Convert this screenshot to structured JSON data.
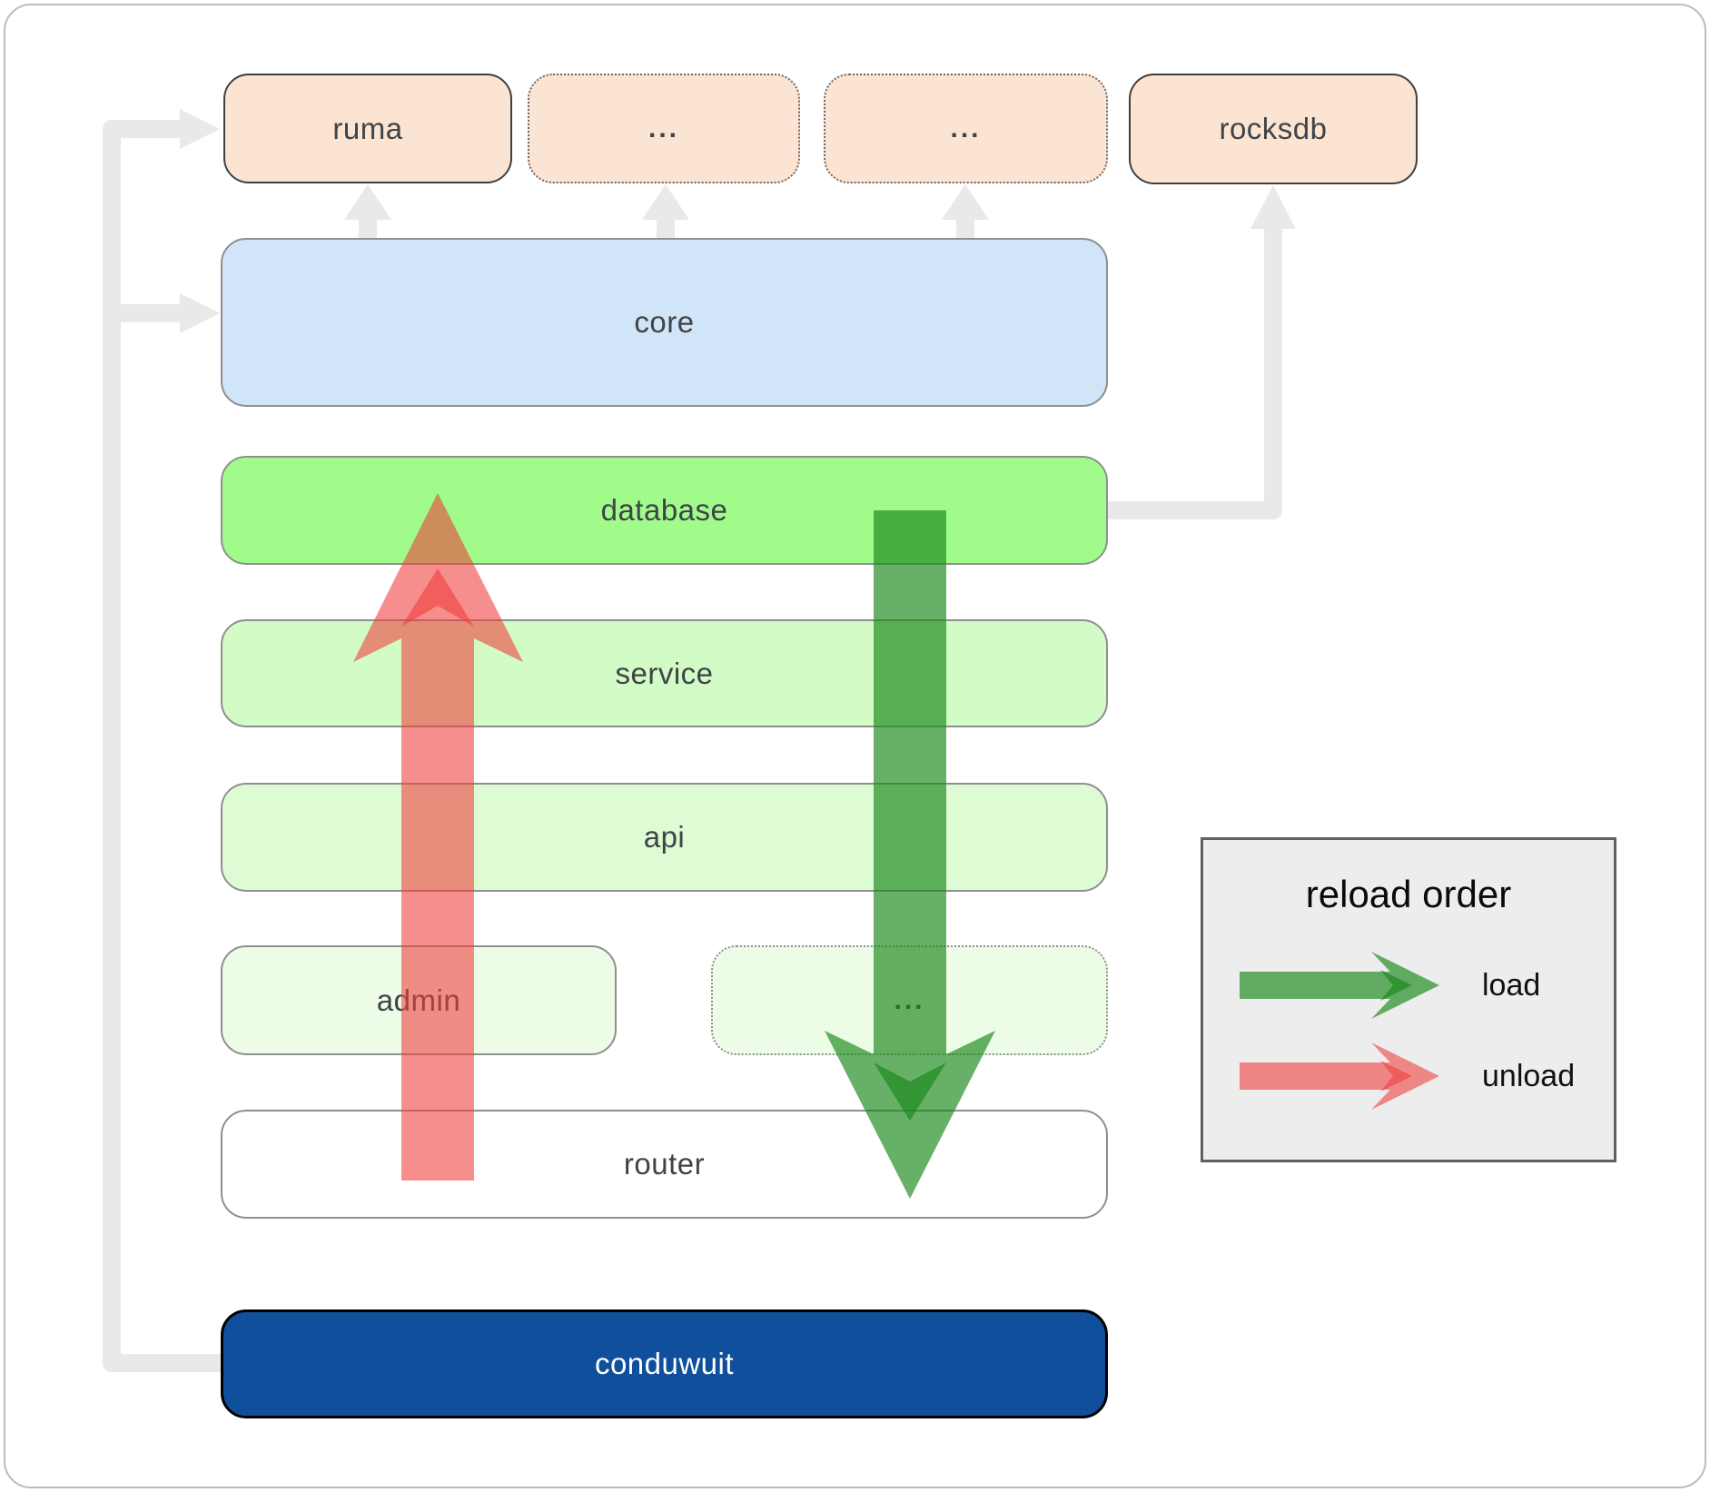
{
  "boxes": {
    "ruma": {
      "label": "ruma"
    },
    "ellipsis_top_1": {
      "label": "..."
    },
    "ellipsis_top_2": {
      "label": "..."
    },
    "rocksdb": {
      "label": "rocksdb"
    },
    "core": {
      "label": "core"
    },
    "database": {
      "label": "database"
    },
    "service": {
      "label": "service"
    },
    "api": {
      "label": "api"
    },
    "admin": {
      "label": "admin"
    },
    "ellipsis_admin": {
      "label": "..."
    },
    "router": {
      "label": "router"
    },
    "conduwuit": {
      "label": "conduwuit"
    }
  },
  "legend": {
    "title": "reload order",
    "load_label": "load",
    "unload_label": "unload"
  },
  "colors": {
    "peach": "#fce4d3",
    "core_blue": "#d1e5f8",
    "database_green": "#a1fb8b",
    "service_green": "#d2fbc5",
    "api_green": "#defcd3",
    "faint_green": "#edfce6",
    "router_white": "#ffffff",
    "conduwuit_navy": "#0f4f9c",
    "load_arrow": "#198719",
    "unload_arrow": "#f03c3c",
    "connector_gray": "#e9e9e9",
    "legend_bg": "#ededed",
    "label_gray": "#3f4448"
  }
}
